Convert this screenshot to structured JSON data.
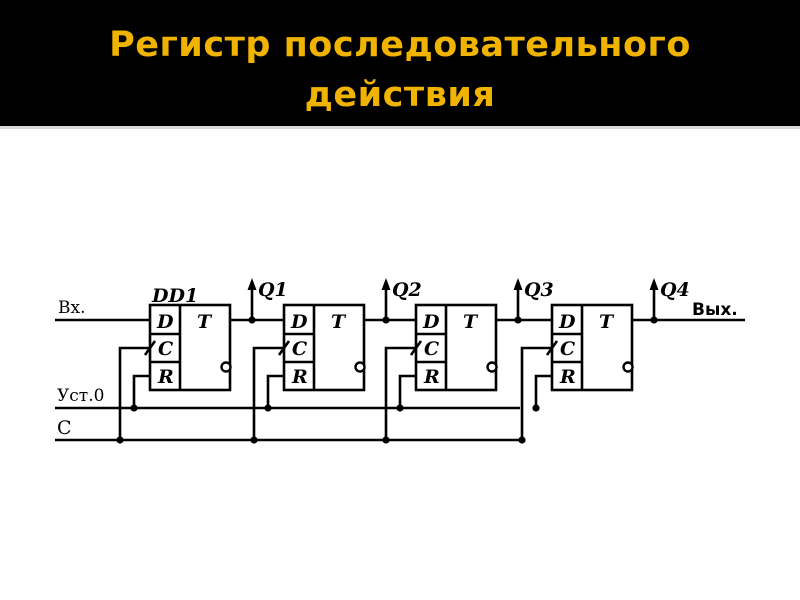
{
  "slide": {
    "title_line1": "Регистр последовательного",
    "title_line2": "действия"
  },
  "diagram": {
    "input_label": "Вх.",
    "output_label": "Вых.",
    "reset_label": "Уст.0",
    "clock_label": "C",
    "chip_label": "DD1",
    "cells": [
      {
        "d": "D",
        "c": "C",
        "r": "R",
        "t": "T",
        "q": "Q1"
      },
      {
        "d": "D",
        "c": "C",
        "r": "R",
        "t": "T",
        "q": "Q2"
      },
      {
        "d": "D",
        "c": "C",
        "r": "R",
        "t": "T",
        "q": "Q3"
      },
      {
        "d": "D",
        "c": "C",
        "r": "R",
        "t": "T",
        "q": "Q4"
      }
    ]
  }
}
